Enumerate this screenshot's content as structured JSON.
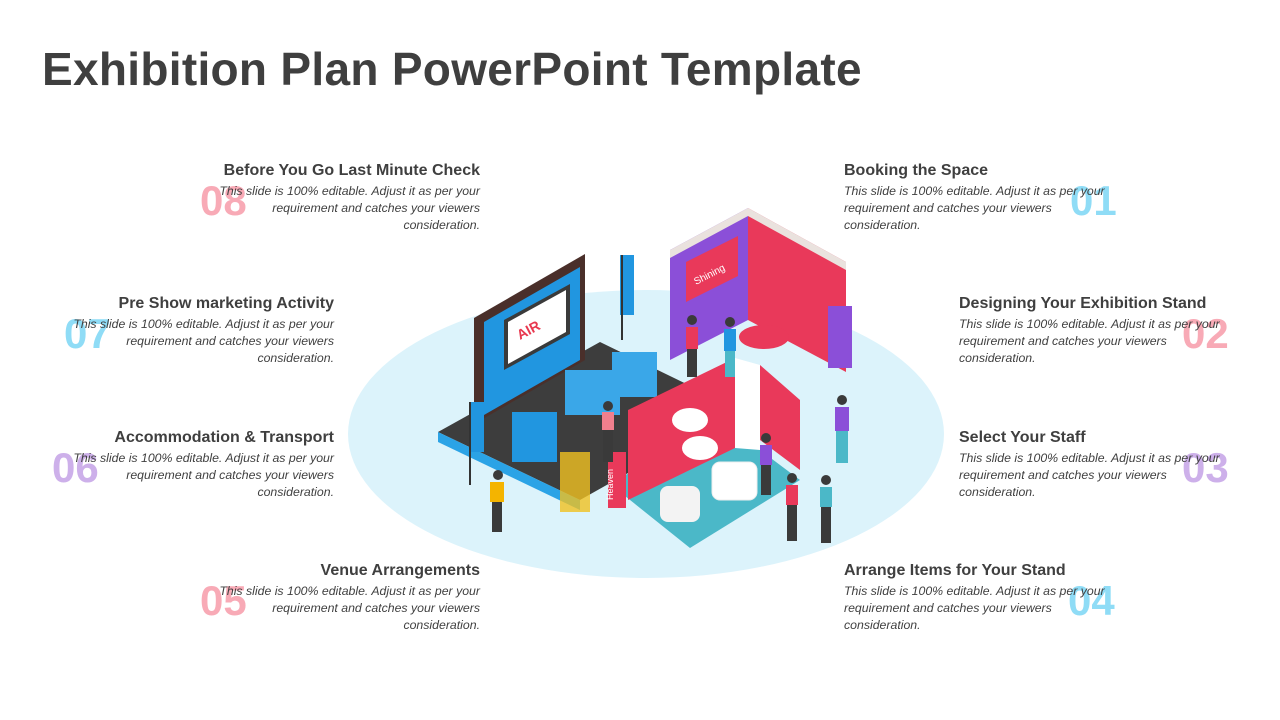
{
  "title": "Exhibition Plan PowerPoint Template",
  "colors": {
    "pink": "#f8aab6",
    "blue": "#8fdcf6",
    "purple": "#cdb0ea",
    "ellipse": "#dcf3fb"
  },
  "steps": [
    {
      "number": "01",
      "title": "Booking the Space",
      "text": "This slide is 100% editable. Adjust it as per your requirement and catches your viewers consideration."
    },
    {
      "number": "02",
      "title": "Designing Your Exhibition Stand",
      "text": "This slide is 100% editable. Adjust it as per your requirement and catches your viewers consideration."
    },
    {
      "number": "03",
      "title": "Select Your Staff",
      "text": "This slide is 100% editable. Adjust it as per your requirement and catches your viewers consideration."
    },
    {
      "number": "04",
      "title": "Arrange Items for Your Stand",
      "text": "This slide is 100% editable. Adjust it as per your requirement and catches your viewers consideration."
    },
    {
      "number": "05",
      "title": "Venue Arrangements",
      "text": "This slide is 100% editable. Adjust it as per your requirement and catches your viewers consideration."
    },
    {
      "number": "06",
      "title": "Accommodation & Transport",
      "text": "This slide is 100% editable. Adjust it as per your requirement and catches your viewers consideration."
    },
    {
      "number": "07",
      "title": "Pre Show marketing Activity",
      "text": "This slide is 100% editable. Adjust it as per your requirement and catches your viewers consideration."
    },
    {
      "number": "08",
      "title": "Before You Go Last Minute Check",
      "text": "This slide is 100% editable. Adjust it as per your requirement and catches your viewers consideration."
    }
  ],
  "illustration": {
    "sign_air": "AIR",
    "sign_shining": "Shining",
    "sign_heaven": "Heaven"
  }
}
